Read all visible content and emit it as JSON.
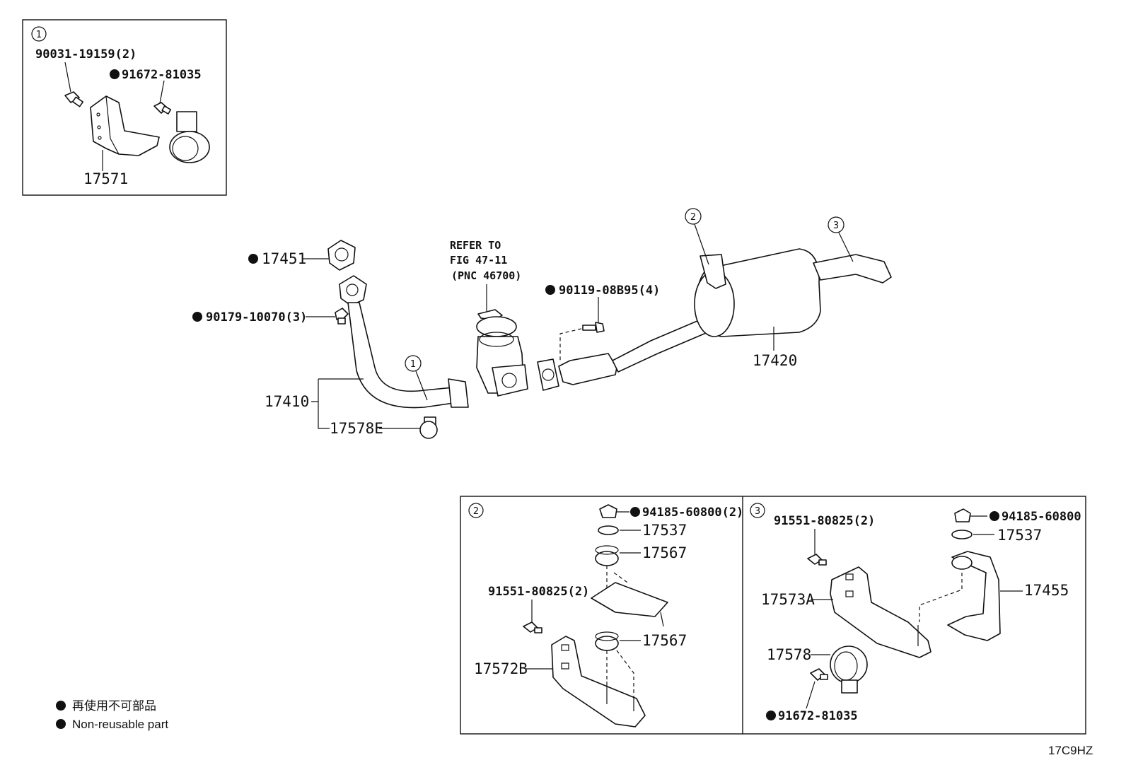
{
  "detail_1": {
    "callout": "1",
    "labels": {
      "bolt": "90031-19159(2)",
      "nut": "91672-81035",
      "heat_insulator": "17571"
    }
  },
  "main": {
    "gasket": "17451",
    "nut_front": "90179-10070(3)",
    "front_pipe": "17410",
    "clamp": "17578E",
    "refer_line1": "REFER TO",
    "refer_line2": "FIG 47-11",
    "refer_line3": "(PNC 46700)",
    "bolt_flange": "90119-08B95(4)",
    "tail_pipe": "17420",
    "callout_1": "1",
    "callout_2": "2",
    "callout_3": "3"
  },
  "detail_2": {
    "callout": "2",
    "labels": {
      "nut": "94185-60800(2)",
      "washer": "17537",
      "cushion_top": "17567",
      "bolt": "91551-80825(2)",
      "cushion_bottom": "17567",
      "bracket": "17572B"
    }
  },
  "detail_3": {
    "callout": "3",
    "labels": {
      "bolt": "91551-80825(2)",
      "nut": "94185-60800",
      "washer": "17537",
      "bracket": "17573A",
      "support": "17455",
      "clamp": "17578",
      "clamp_nut": "91672-81035"
    }
  },
  "legend": {
    "line_jp": "再使用不可部品",
    "line_en": "Non-reusable part"
  },
  "figure_code": "17C9HZ"
}
